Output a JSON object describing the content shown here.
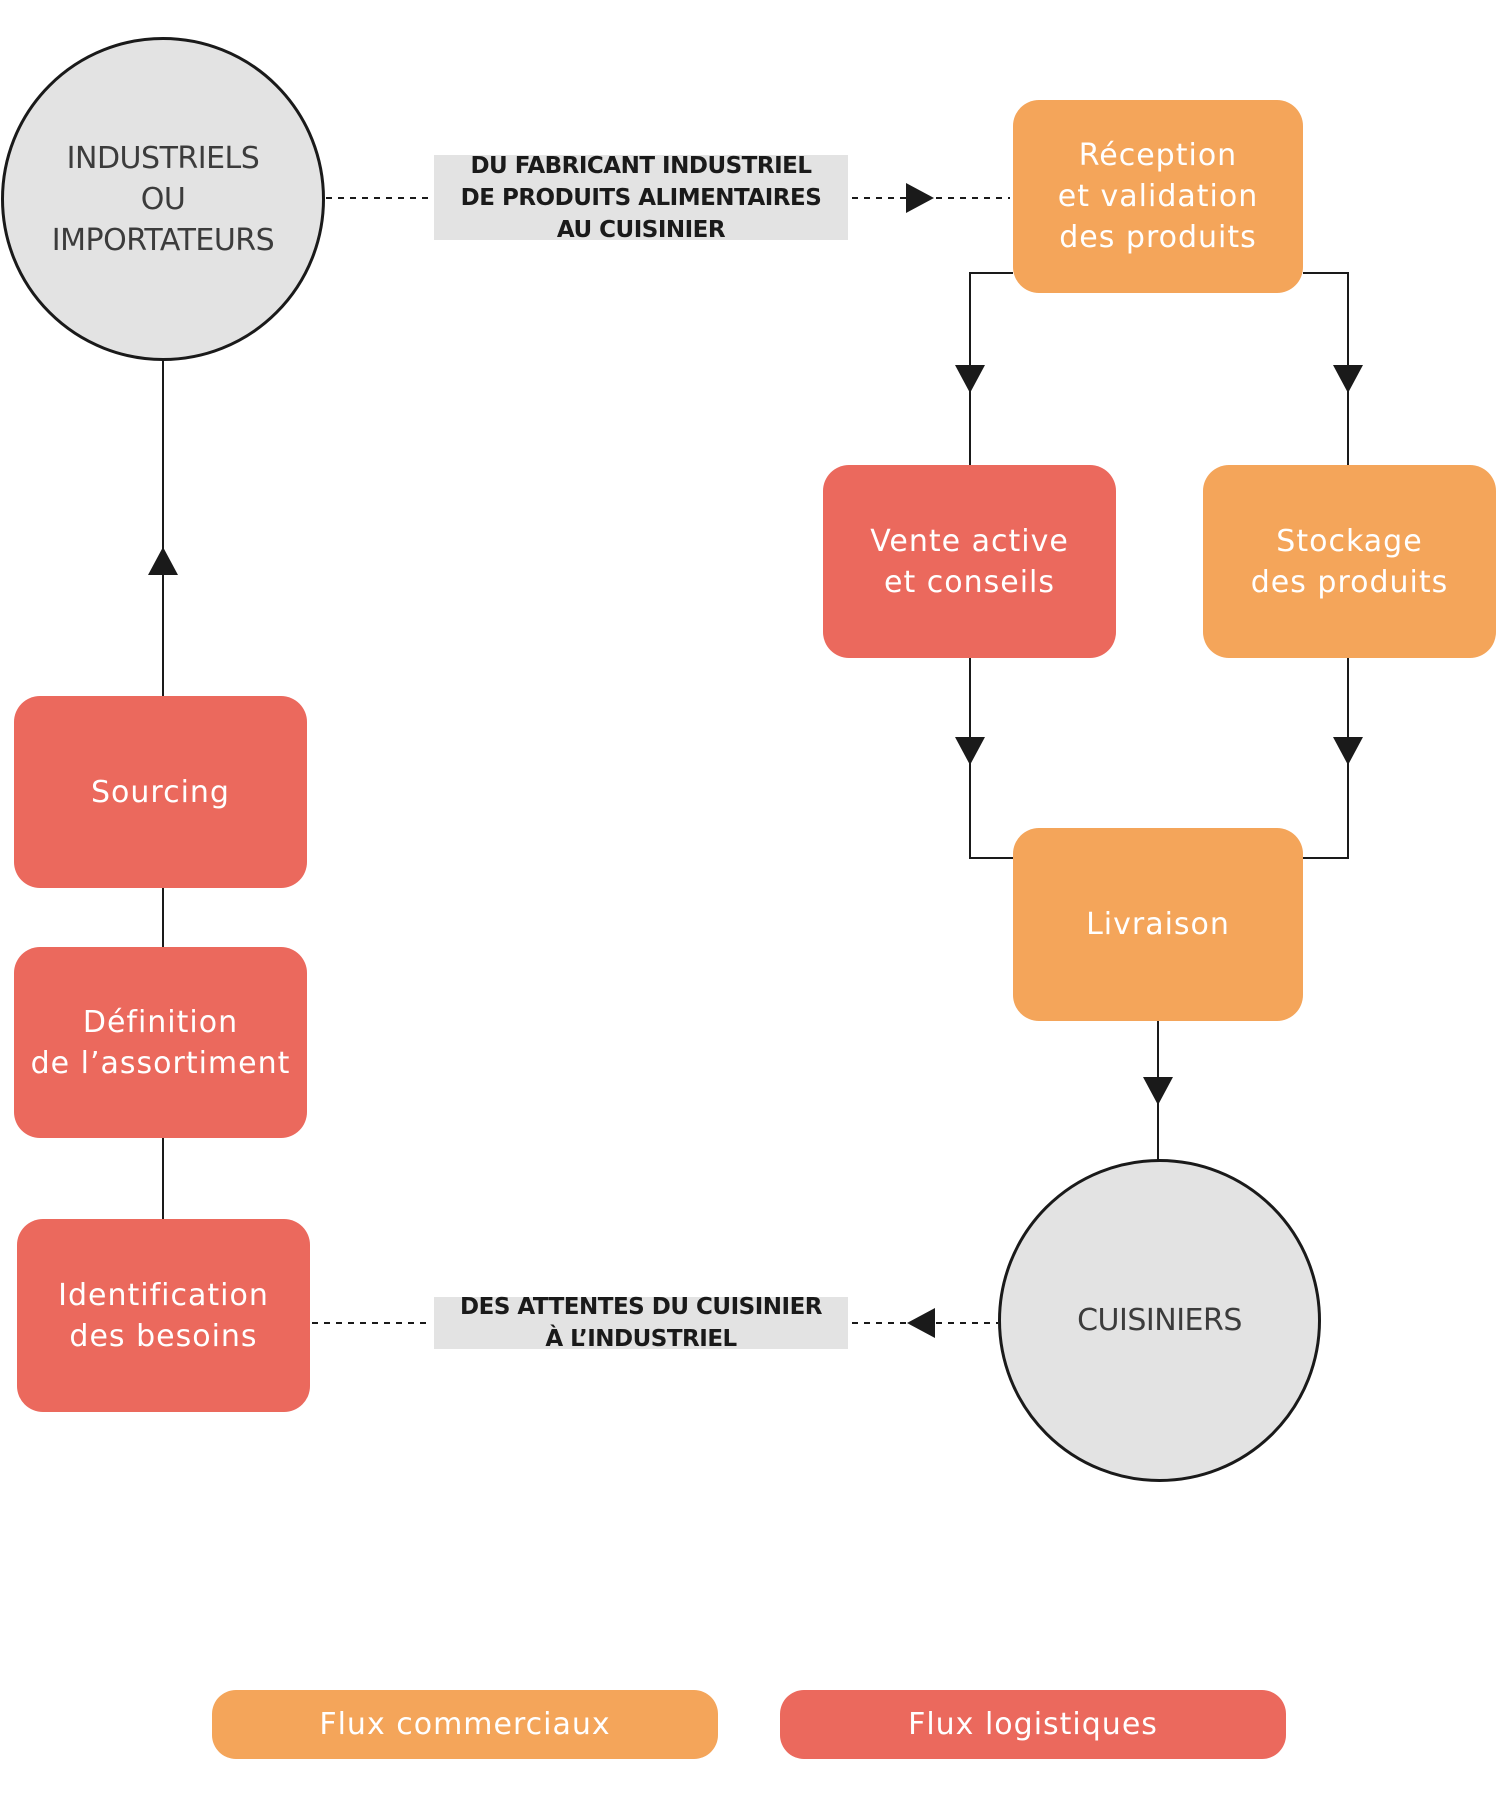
{
  "diagram": {
    "circles": {
      "industriels": "INDUSTRIELS\nOU\nIMPORTATEURS",
      "cuisiniers": "CUISINIERS"
    },
    "flow_labels": {
      "top": "DU FABRICANT INDUSTRIEL\nDE PRODUITS ALIMENTAIRES\nAU CUISINIER",
      "bottom": "DES ATTENTES DU CUISINIER\nÀ L’INDUSTRIEL"
    },
    "boxes": {
      "reception": "Réception\net validation\ndes produits",
      "vente": "Vente active\net conseils",
      "stockage": "Stockage\ndes produits",
      "livraison": "Livraison",
      "sourcing": "Sourcing",
      "definition": "Définition\nde l’assortiment",
      "identification": "Identification\ndes besoins"
    },
    "legend": {
      "commerciaux": "Flux commerciaux",
      "logistiques": "Flux logistiques"
    },
    "colors": {
      "orange": "#f4a55a",
      "red": "#eb695d",
      "gray": "#e3e3e3",
      "line": "#1a1a1a"
    }
  }
}
